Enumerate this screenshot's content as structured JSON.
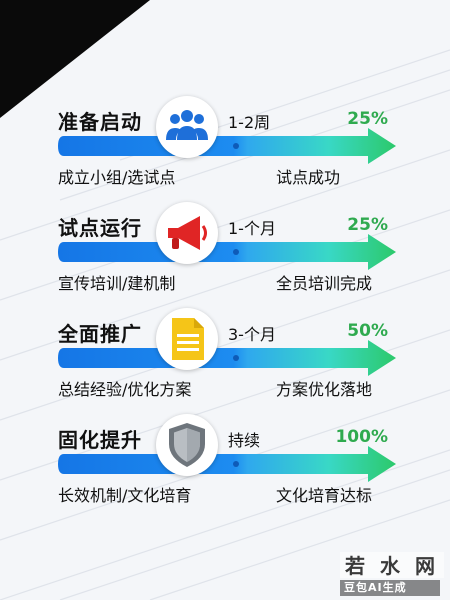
{
  "colors": {
    "arrow_dark": "#1576e6",
    "arrow_light": "#39d8c6",
    "arrow_end": "#2cc96b",
    "percent": "#2faa4f",
    "text": "#111111"
  },
  "phases": [
    {
      "title": "准备启动",
      "icon": "people-group-icon",
      "duration": "1-2周",
      "percent": "25%",
      "left_label": "成立小组/选试点",
      "right_label": "试点成功"
    },
    {
      "title": "试点运行",
      "icon": "megaphone-icon",
      "duration": "1-个月",
      "percent": "25%",
      "left_label": "宣传培训/建机制",
      "right_label": "全员培训完成"
    },
    {
      "title": "全面推广",
      "icon": "document-icon",
      "duration": "3-个月",
      "percent": "50%",
      "left_label": "总结经验/优化方案",
      "right_label": "方案优化落地"
    },
    {
      "title": "固化提升",
      "icon": "shield-icon",
      "duration": "持续",
      "percent": "100%",
      "left_label": "长效机制/文化培育",
      "right_label": "文化培育达标"
    }
  ],
  "watermark": {
    "logo_text": "若 水 网",
    "caption": "豆包AI生成"
  }
}
